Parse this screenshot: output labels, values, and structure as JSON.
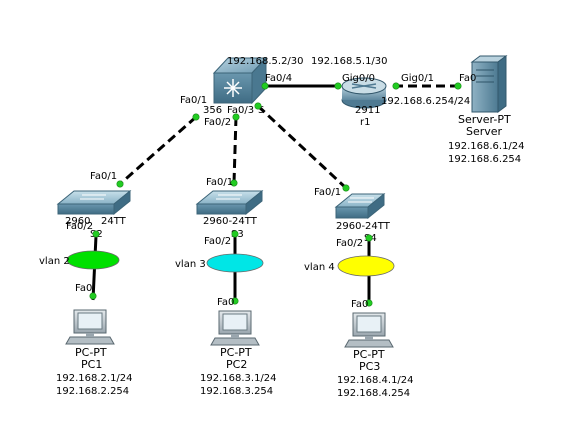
{
  "devices": {
    "mlswitch": {
      "label_left": "356",
      "label_mid": "Fa0/3",
      "label_right": "S"
    },
    "router": {
      "model": "2911",
      "name": "r1"
    },
    "server": {
      "type": "Server-PT",
      "name": "Server",
      "ip": "192.168.6.1/24",
      "gateway": "192.168.6.254"
    },
    "s1": {
      "model_left": "2960",
      "model_right": "24TT",
      "name": "S2"
    },
    "s2": {
      "model": "2960-24TT",
      "name": "S3"
    },
    "s3": {
      "model": "2960-24TT",
      "name": "S4"
    },
    "pc1": {
      "type": "PC-PT",
      "name": "PC1",
      "ip": "192.168.2.1/24",
      "gateway": "192.168.2.254"
    },
    "pc2": {
      "type": "PC-PT",
      "name": "PC2",
      "ip": "192.168.3.1/24",
      "gateway": "192.168.3.254"
    },
    "pc3": {
      "type": "PC-PT",
      "name": "PC3",
      "ip": "192.168.4.1/24",
      "gateway": "192.168.4.254"
    }
  },
  "vlans": [
    {
      "label": "vlan 2",
      "color": "#00e000"
    },
    {
      "label": "vlan 3",
      "color": "#00e6e6"
    },
    {
      "label": "vlan 4",
      "color": "#ffff00"
    }
  ],
  "ports": {
    "ml_fa01": "Fa0/1",
    "ml_fa02": "Fa0/2",
    "ml_fa04": "Fa0/4",
    "ml_ip": "192.168.5.2/30",
    "r_gig00": "Gig0/0",
    "r_gig01": "Gig0/1",
    "r_ip1": "192.168.5.1/30",
    "r_ip2": "192.168.6.254/24",
    "srv_fa0": "Fa0",
    "s1_fa01": "Fa0/1",
    "s1_fa02": "Fa0/2",
    "s2_fa01": "Fa0/1",
    "s2_fa02": "Fa0/2",
    "s3_fa01": "Fa0/1",
    "s3_fa02": "Fa0/2",
    "pc1_fa0": "Fa0",
    "pc2_fa0": "Fa0",
    "pc3_fa0": "Fa0"
  },
  "colors": {
    "port_up": "#22cc22",
    "switch_body": "#5f8fa8",
    "switch_top": "#9cc3d6",
    "router_body": "#7c9fb4",
    "pc_body": "#c4ccd2",
    "screen": "#3a6e9a"
  }
}
